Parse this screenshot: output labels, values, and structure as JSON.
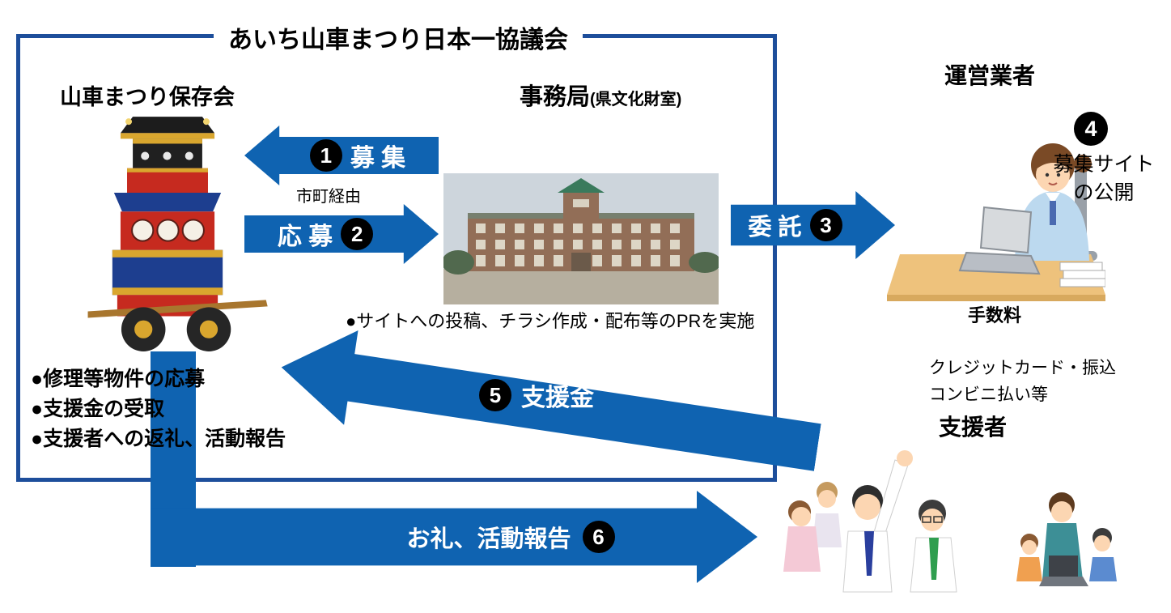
{
  "title": "あいち山車まつり日本一協議会",
  "colors": {
    "arrow_blue": "#0f63b1",
    "box_border_blue": "#1d4e9b",
    "step_badge_black": "#000000"
  },
  "left": {
    "heading": "山車まつり保存会",
    "bullets": [
      "●修理等物件の応募",
      "●支援金の受取",
      "●支援者への返礼、活動報告"
    ]
  },
  "secretariat": {
    "heading": "事務局",
    "subheading": "(県文化財室)",
    "pr_note": "●サイトへの投稿、チラシ作成・配布等のPRを実施"
  },
  "operator": {
    "heading": "運営業者",
    "step_num": "4",
    "step_label": "募集サイト\nの公開",
    "fee": "手数料"
  },
  "supporters": {
    "heading": "支援者",
    "payment_line1": "クレジットカード・振込",
    "payment_line2": "コンビニ払い等"
  },
  "arrows": {
    "recruit": {
      "num": "1",
      "label": "募 集"
    },
    "via": "市町経由",
    "apply": {
      "num": "2",
      "label": "応 募"
    },
    "entrust": {
      "num": "3",
      "label": "委 託"
    },
    "support": {
      "num": "5",
      "label": "支援金"
    },
    "report": {
      "num": "6",
      "label": "お礼、活動報告"
    }
  }
}
